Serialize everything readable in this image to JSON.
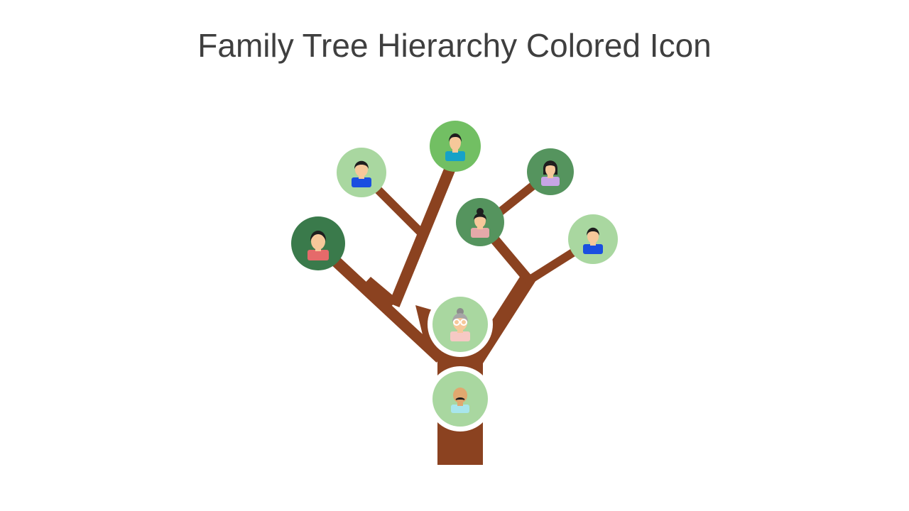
{
  "slide": {
    "title": "Family Tree Hierarchy Colored Icon"
  },
  "colors": {
    "trunk": "#8B4220",
    "circle_dark": "#3A7A4B",
    "circle_mid": "#55945E",
    "circle_bright": "#72BF63",
    "circle_light": "#A9D7A0",
    "skin": "#F6C89A",
    "hair": "#1E1E1E"
  },
  "members": [
    {
      "id": "left-dark",
      "icon": "woman-avatar-icon",
      "shirt": "#E56A6A"
    },
    {
      "id": "upper-left",
      "icon": "man-avatar-icon",
      "shirt": "#1A4FE0"
    },
    {
      "id": "top",
      "icon": "man-avatar-icon",
      "shirt": "#16A2C8"
    },
    {
      "id": "upper-right",
      "icon": "woman-avatar-icon",
      "shirt": "#C7A5E6"
    },
    {
      "id": "middle-right",
      "icon": "woman-avatar-icon",
      "shirt": "#E5A9A9"
    },
    {
      "id": "far-right",
      "icon": "man-avatar-icon",
      "shirt": "#1A4FE0"
    },
    {
      "id": "grandmother",
      "icon": "grandmother-avatar-icon",
      "shirt": "#F6C9C4"
    },
    {
      "id": "grandfather",
      "icon": "grandfather-avatar-icon",
      "shirt": "#A8E6EC"
    }
  ]
}
